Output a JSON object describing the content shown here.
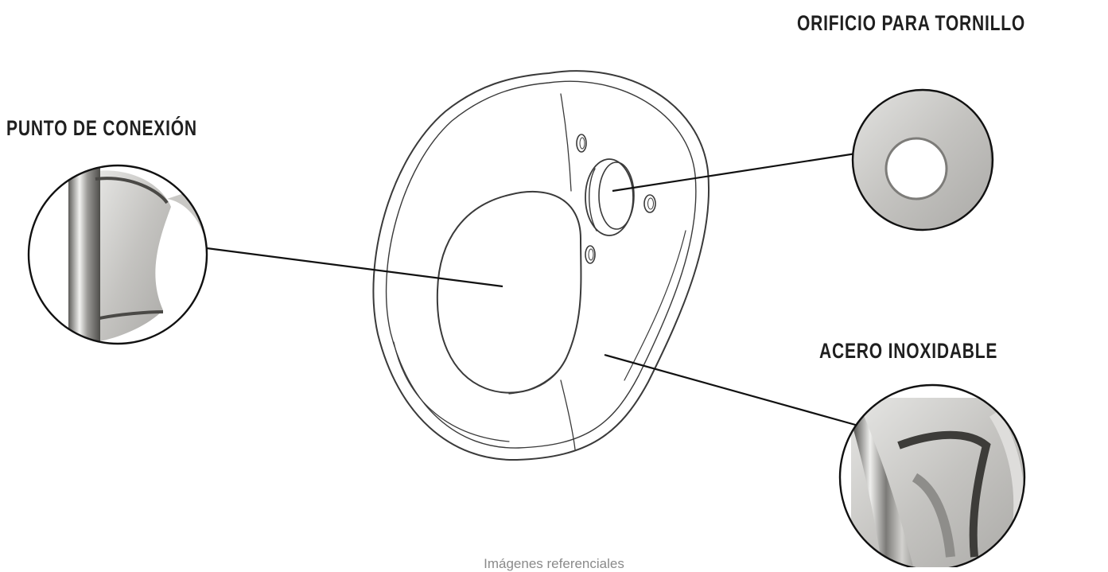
{
  "labels": {
    "screw_hole": "ORIFICIO PARA TORNILLO",
    "connection_point": "PUNTO DE CONEXIÓN",
    "stainless_steel": "ACERO INOXIDABLE"
  },
  "footnote": "Imágenes referenciales",
  "colors": {
    "label_text": "#1f1f1f",
    "line_art": "#3a3a3a",
    "leader_line": "#111111",
    "steel_light": "#d8d8d6",
    "steel_mid": "#b9b8b5",
    "steel_dark": "#6f6e6b",
    "footnote_text": "#8a8a8a"
  }
}
